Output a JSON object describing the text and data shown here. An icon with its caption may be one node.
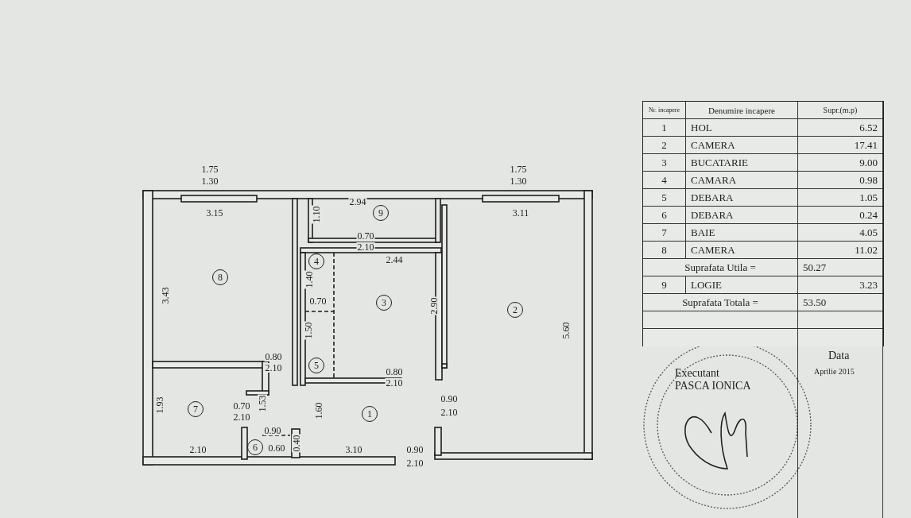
{
  "diagram": {
    "labels": [
      "1.75",
      "1.30",
      "1.75",
      "1.30",
      "2.94",
      "3.15",
      "1.10",
      "9",
      "3.11",
      "0.70",
      "2.10",
      "4",
      "2.44",
      "8",
      "1.40",
      "3.43",
      "0.70",
      "3",
      "2",
      "2.90",
      "1.50",
      "5.60",
      "0.80",
      "2.10",
      "5",
      "0.80",
      "2.10",
      "0.90",
      "2.10",
      "1.93",
      "7",
      "0.70",
      "2.10",
      "1.53",
      "1",
      "1.60",
      "0.90",
      "6",
      "0.60",
      "0.40",
      "2.10",
      "3.10",
      "0.90",
      "2.10",
      "Nr. incapere",
      "Denumire incapere",
      "Supr.(m.p)",
      "1",
      "HOL",
      "6.52",
      "2",
      "CAMERA",
      "17.41",
      "3",
      "BUCATARIE",
      "9.00",
      "4",
      "CAMARA",
      "0.98",
      "5",
      "DEBARA",
      "1.05",
      "6",
      "DEBARA",
      "0.24",
      "7",
      "BAIE",
      "4.05",
      "8",
      "CAMERA",
      "11.02",
      "Suprafata Utila =",
      "50.27",
      "9",
      "LOGIE",
      "3.23",
      "Suprafata Totala =",
      "53.50",
      "Executant",
      "PASCA IONICA",
      "Data",
      "Aprilie 2015"
    ]
  }
}
